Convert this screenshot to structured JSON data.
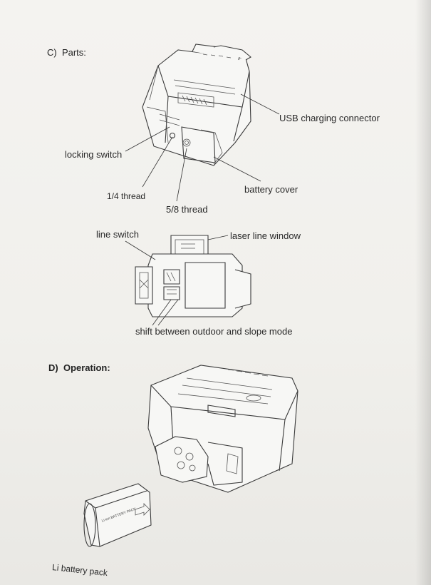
{
  "sections": {
    "parts": {
      "letter": "C)",
      "title": "Parts:"
    },
    "operation": {
      "letter": "D)",
      "title": "Operation:"
    }
  },
  "labels": {
    "usb": "USB charging connector",
    "locking": "locking switch",
    "thread14": "1/4 thread",
    "thread58": "5/8 thread",
    "battery_cover": "battery cover",
    "line_switch": "line switch",
    "laser_window": "laser line window",
    "shift_mode": "shift between outdoor and slope mode",
    "li_battery": "Li battery pack"
  },
  "product_markings": {
    "battery_print": "Li-ion BATTERY PACK"
  }
}
